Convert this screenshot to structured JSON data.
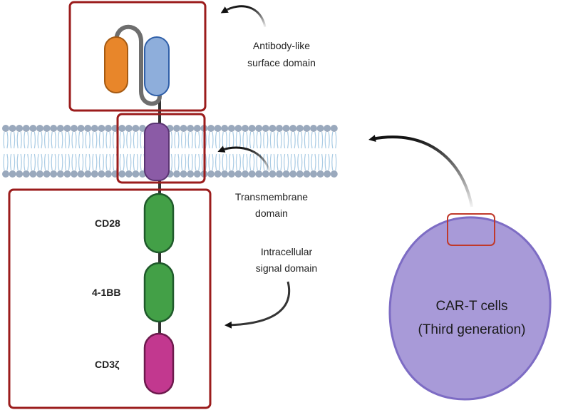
{
  "annotations": {
    "surface_line1": "Antibody-like",
    "surface_line2": "surface domain",
    "transmembrane_line1": "Transmembrane",
    "transmembrane_line2": "domain",
    "intracellular_line1": "Intracellular",
    "intracellular_line2": "signal domain"
  },
  "domains": {
    "cd28": "CD28",
    "fourOneBB": "4-1BB",
    "cd3z": "CD3ζ"
  },
  "cell": {
    "line1": "CAR-T cells",
    "line2": "(Third generation)"
  },
  "colors": {
    "box_outline": "#9b1c1c",
    "light_chain": "#e8862a",
    "heavy_chain": "#8eaedb",
    "linker": "#6e6e6e",
    "transmembrane": "#8b5ba6",
    "costim": "#43a047",
    "cd3z": "#c2388f",
    "cell_fill": "#a89ad8",
    "cell_border": "#7d6cc4",
    "membrane_head": "#9aa9bd",
    "membrane_tail": "#a9cbe4"
  }
}
